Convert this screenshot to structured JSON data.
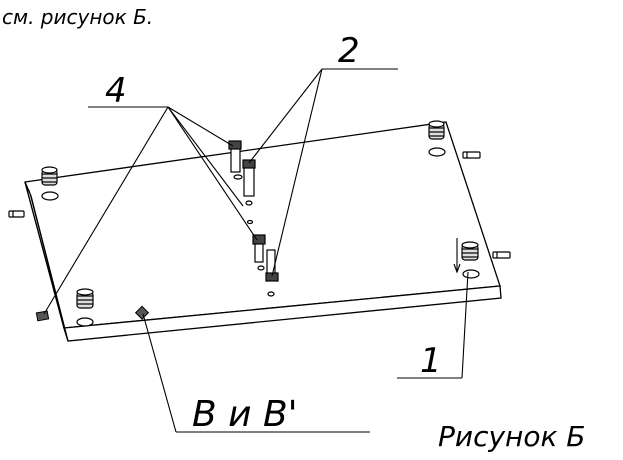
{
  "top_note": "см. рисунок Б.",
  "callouts": {
    "label_4": "4",
    "label_2": "2",
    "label_1": "1",
    "label_v": "В и В'"
  },
  "caption": "Рисунок Б"
}
